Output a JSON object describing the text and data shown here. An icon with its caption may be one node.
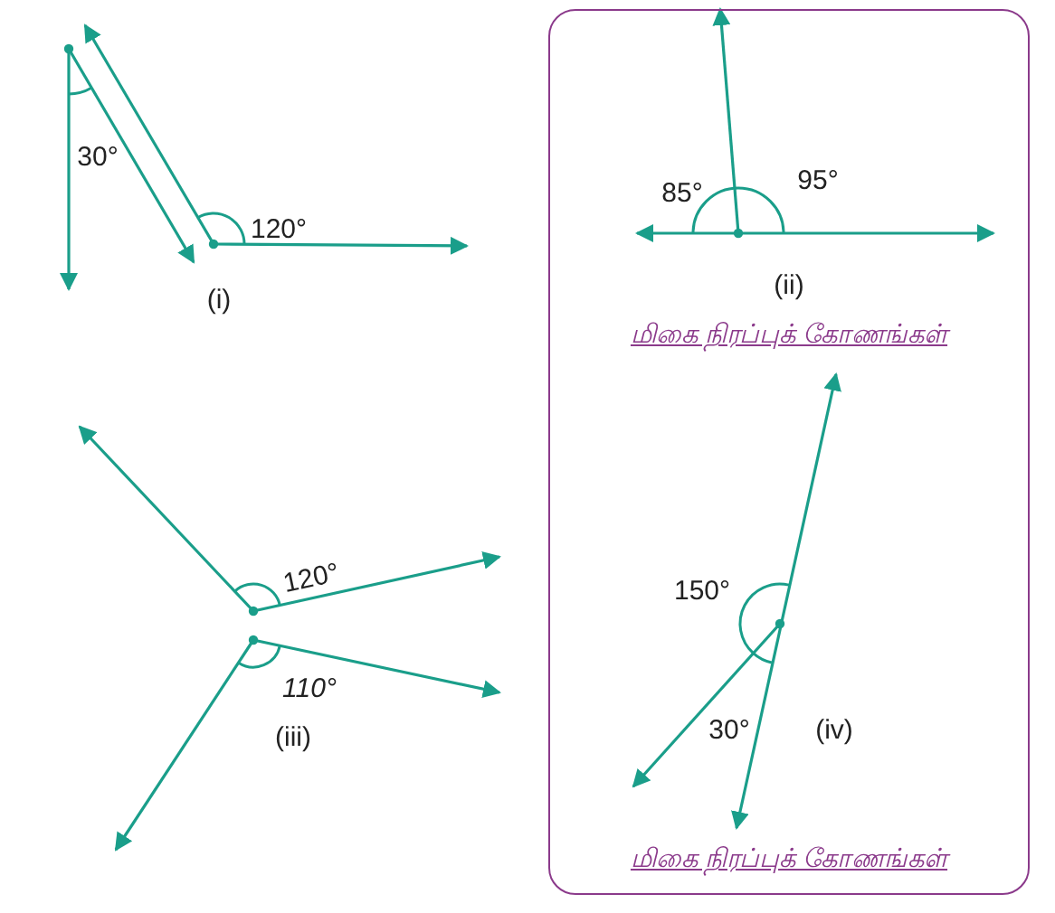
{
  "diagram": {
    "labels": [
      "30°",
      "120°",
      "(i)",
      "85°",
      "95°",
      "(ii)",
      "மிகை நிரப்புக் கோணங்கள்",
      "120°",
      "110°",
      "(iii)",
      "150°",
      "30°",
      "(iv)",
      "மிகை நிரப்புக் கோணங்கள்"
    ]
  }
}
